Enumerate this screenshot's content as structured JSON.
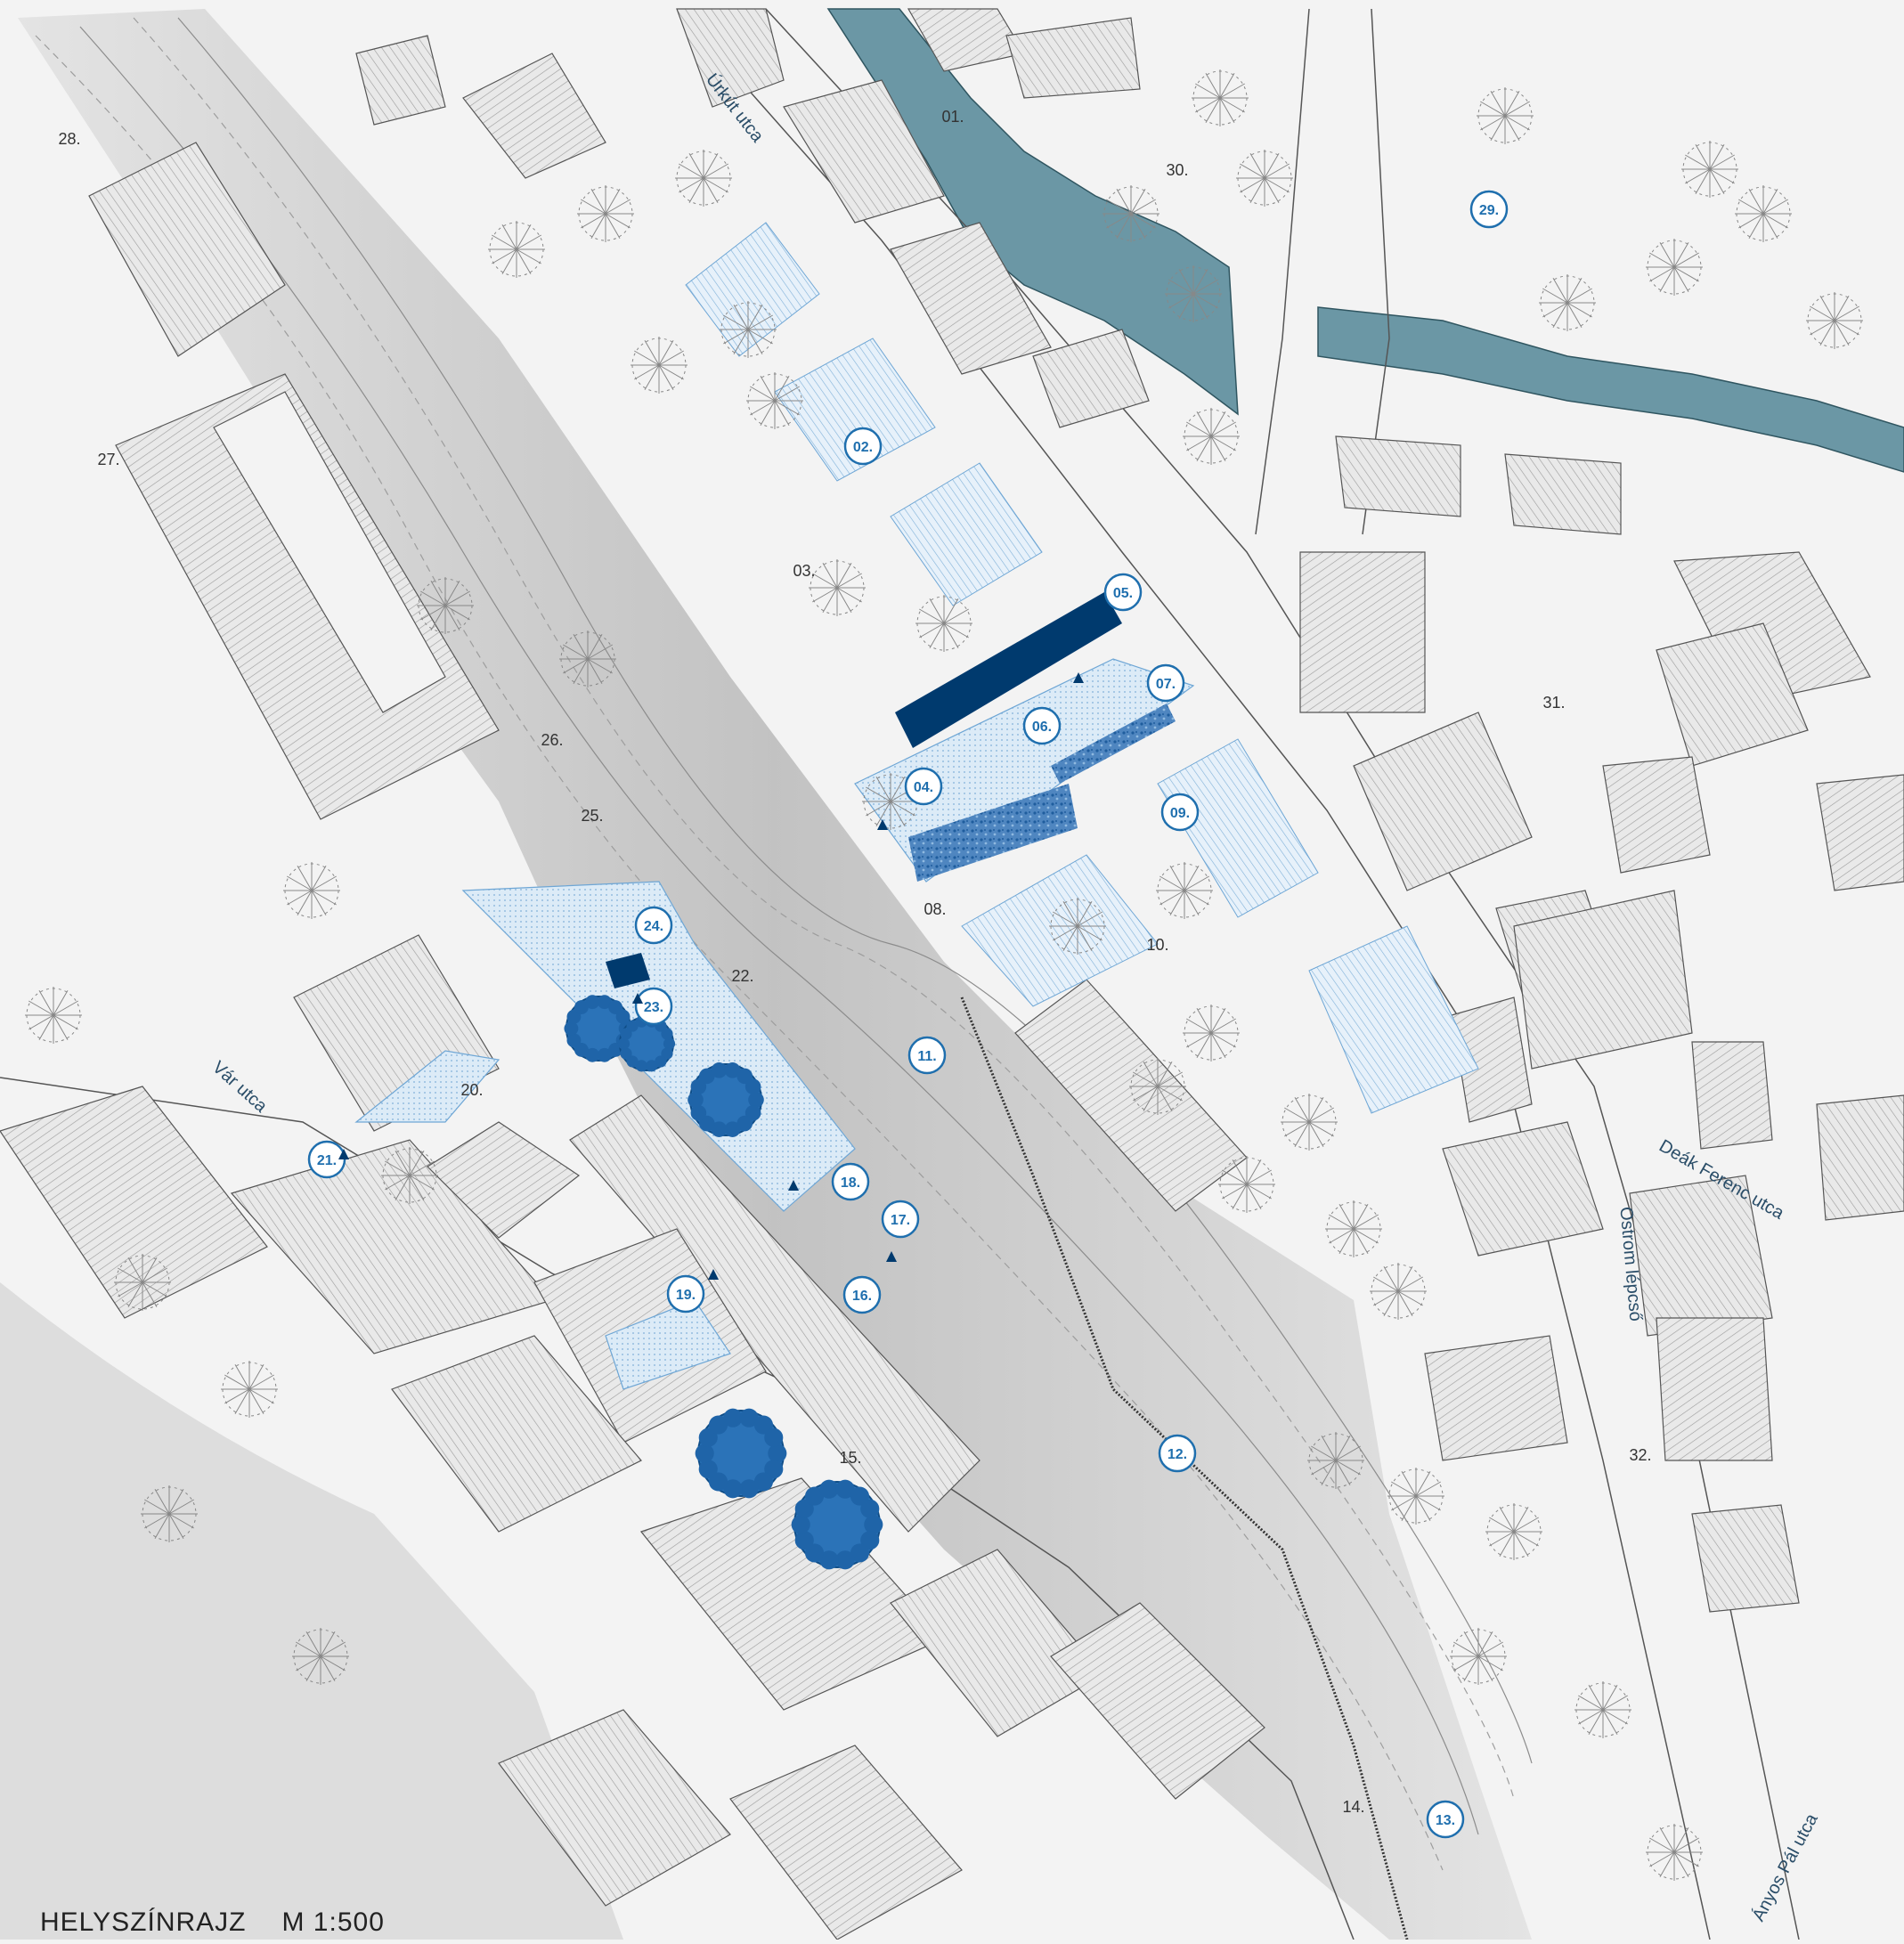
{
  "title": "HELYSZÍNRAJZ",
  "scale": "M 1:500",
  "colors": {
    "water": "#6b97a5",
    "accent": "#1f6fae",
    "dark_accent": "#003a6e",
    "light_accent": "#cfe3f4",
    "building": "#e6e6e6",
    "slope": "#cfcfcf",
    "ground": "#f3f3f3"
  },
  "streets": [
    {
      "label": "Úrkút utca"
    },
    {
      "label": "Vár utca"
    },
    {
      "label": "Deák Ferenc utca"
    },
    {
      "label": "Ostrom lépcső"
    },
    {
      "label": "Ányos Pál utca"
    }
  ],
  "plain_labels": [
    "01.",
    "03.",
    "08.",
    "10.",
    "14.",
    "15.",
    "20.",
    "22.",
    "25.",
    "26.",
    "27.",
    "28.",
    "30.",
    "31.",
    "32."
  ],
  "numbered_markers": [
    "02.",
    "04.",
    "05.",
    "06.",
    "07.",
    "09.",
    "11.",
    "12.",
    "13.",
    "16.",
    "17.",
    "18.",
    "19.",
    "21.",
    "23.",
    "24.",
    "29."
  ],
  "icons": [
    "tree-icon",
    "view-arrow-icon"
  ]
}
